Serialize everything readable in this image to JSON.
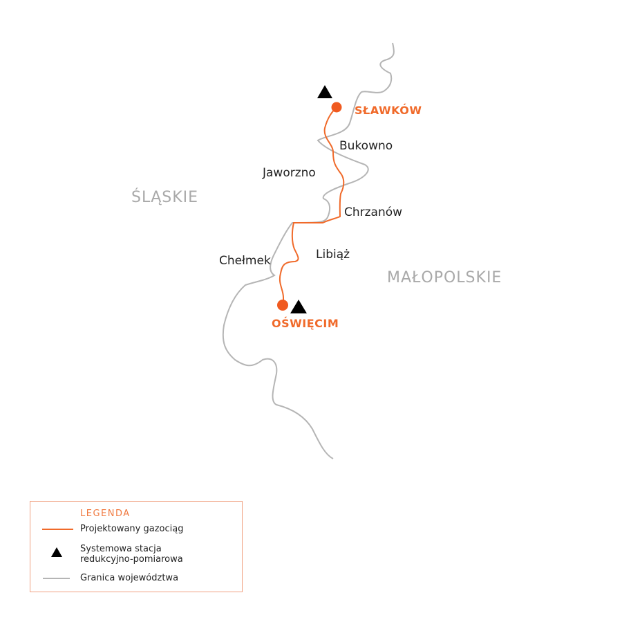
{
  "regions": {
    "west": "ŚLĄSKIE",
    "east": "MAŁOPOLSKIE"
  },
  "endpoints": {
    "north": "SŁAWKÓW",
    "south": "OŚWIĘCIM"
  },
  "towns": [
    "Bukowno",
    "Jaworzno",
    "Chrzanów",
    "Libiąż",
    "Chełmek"
  ],
  "legend": {
    "title": "LEGENDA",
    "pipeline": "Projektowany gazociąg",
    "station_line1": "Systemowa stacja",
    "station_line2": "redukcyjno-pomiarowa",
    "border": "Granica województwa"
  },
  "colors": {
    "pipeline": "#f06a2a",
    "border": "#b5b5b5",
    "station": "#000000"
  }
}
